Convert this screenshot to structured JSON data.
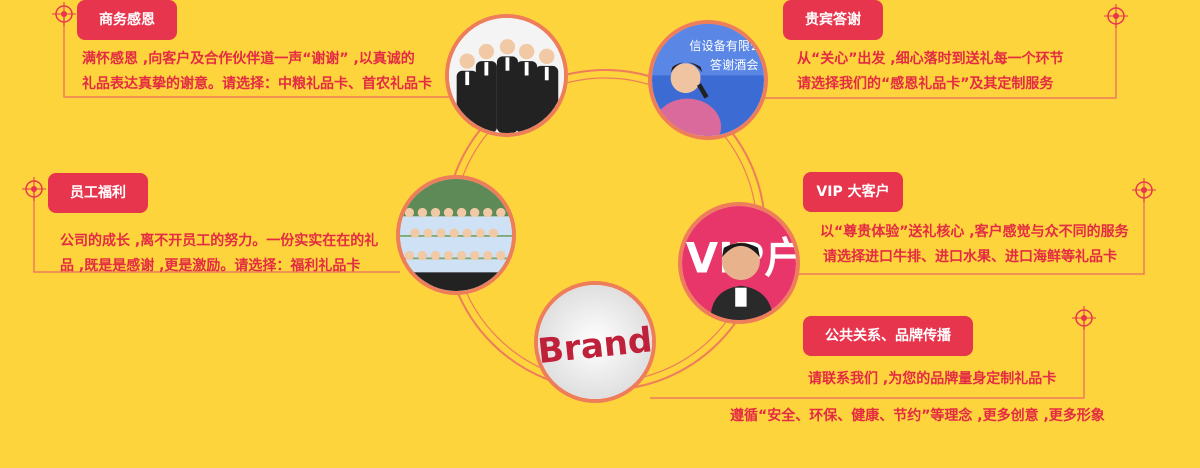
{
  "colors": {
    "background": "#FED43D",
    "accent": "#E8354E",
    "text": "#E32B43",
    "line": "#EE7D5A"
  },
  "sections": {
    "business": {
      "label": "商务感恩",
      "line1": "满怀感恩 ,向客户及合作伙伴道一声“谢谢” ,以真诚的",
      "line2": "礼品表达真挚的谢意。请选择：中粮礼品卡、首农礼品卡"
    },
    "guest": {
      "label": "贵宾答谢",
      "line1": "从“关心”出发 ,细心落时到送礼每一个环节",
      "line2": "请选择我们的“感恩礼品卡”及其定制服务"
    },
    "staff": {
      "label": "员工福利",
      "line1": "公司的成长 ,离不开员工的努力。一份实实在在的礼",
      "line2": "品 ,既是是感谢 ,更是激励。请选择：福利礼品卡"
    },
    "vip": {
      "label": "VIP 大客户",
      "line1": "以“尊贵体验”送礼核心 ,客户感觉与众不同的服务",
      "line2": "请选择进口牛排、进口水果、进口海鲜等礼品卡"
    },
    "pr": {
      "label": "公共关系、品牌传播",
      "line1": "请联系我们 ,为您的品牌量身定制礼品卡",
      "line2": "遵循“安全、环保、健康、节约”等理念 ,更多创意 ,更多形象"
    }
  },
  "images": {
    "brand_word": "Brand",
    "banner_text": "信设备有限公",
    "banner_text2": "答谢酒会",
    "vip_banner": "VIP户"
  }
}
